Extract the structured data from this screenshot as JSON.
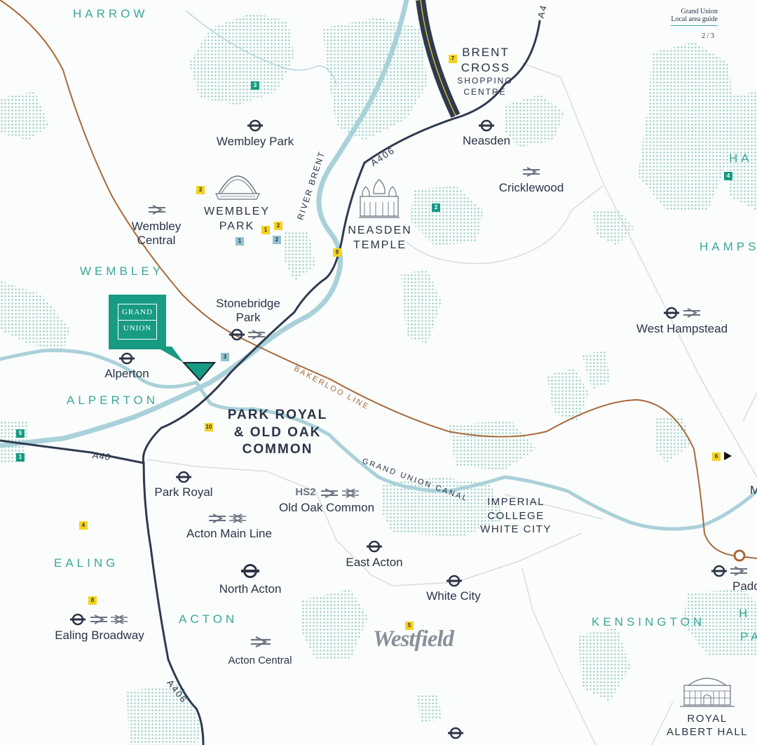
{
  "header": {
    "guide_title": "Grand Union",
    "guide_subtitle": "Local area guide",
    "page": "2 / 3"
  },
  "colors": {
    "canal": "#a9d1d9",
    "road": "#2f3a4f",
    "bakerloo": "#a8693a",
    "park_dots": "#86c8bc",
    "area_text": "#3aa79a",
    "brand": "#179b83",
    "badge_yellow": "#f5d21e",
    "badge_blue": "#8fc2ce"
  },
  "areas": [
    "HARROW",
    "WEMBLEY",
    "ALPERTON",
    "EALING",
    "ACTON",
    "KENSINGTON",
    "HAMPS",
    "HA",
    "H",
    "PA"
  ],
  "landmark": {
    "brent_cross": [
      "BRENT",
      "CROSS"
    ],
    "shopping_centre": [
      "SHOPPING",
      "CENTRE"
    ],
    "wembley_park": [
      "WEMBLEY",
      "PARK"
    ],
    "neasden_temple": [
      "NEASDEN",
      "TEMPLE"
    ],
    "imperial": [
      "IMPERIAL",
      "COLLEGE",
      "WHITE CITY"
    ],
    "royal_albert": [
      "ROYAL",
      "ALBERT HALL"
    ]
  },
  "hero": [
    "PARK ROYAL",
    "& OLD OAK",
    "COMMON"
  ],
  "brand_marker": [
    "GRAND",
    "UNION"
  ],
  "stations": {
    "wembley_park": "Wembley Park",
    "wembley_central": [
      "Wembley",
      "Central"
    ],
    "stonebridge_park": [
      "Stonebridge",
      "Park"
    ],
    "alperton": "Alperton",
    "neasden": "Neasden",
    "cricklewood": "Cricklewood",
    "west_hampstead": "West Hampstead",
    "park_royal": "Park Royal",
    "hs2_prefix": "HS2",
    "old_oak_common": "Old Oak Common",
    "acton_main_line": "Acton Main Line",
    "east_acton": "East Acton",
    "north_acton": "North Acton",
    "white_city": "White City",
    "ealing_broadway": "Ealing Broadway",
    "acton_central": "Acton Central",
    "paddington": "Paddingt",
    "m_cut": "M"
  },
  "routes": {
    "river_brent": "RIVER BRENT",
    "a406_north": "A406",
    "a406_south": "A406",
    "a40": "A40",
    "a4_cut": "A4",
    "bakerloo": "BAKERLOO LINE",
    "grand_union_canal": "GRAND UNION CANAL"
  },
  "brand_logo": "Westfield",
  "badges": [
    {
      "id": "b7",
      "label": "7",
      "color": "yellow"
    },
    {
      "id": "g3n",
      "label": "3",
      "color": "green"
    },
    {
      "id": "y3",
      "label": "3",
      "color": "yellow"
    },
    {
      "id": "y1",
      "label": "1",
      "color": "yellow"
    },
    {
      "id": "y2",
      "label": "2",
      "color": "yellow"
    },
    {
      "id": "bl1",
      "label": "1",
      "color": "blue"
    },
    {
      "id": "bl2",
      "label": "2",
      "color": "blue"
    },
    {
      "id": "g2",
      "label": "2",
      "color": "green"
    },
    {
      "id": "y9",
      "label": "9",
      "color": "yellow"
    },
    {
      "id": "g4",
      "label": "4",
      "color": "green"
    },
    {
      "id": "bl3",
      "label": "3",
      "color": "blue"
    },
    {
      "id": "g5",
      "label": "5",
      "color": "green"
    },
    {
      "id": "g1",
      "label": "1",
      "color": "green"
    },
    {
      "id": "y10",
      "label": "10",
      "color": "yellow"
    },
    {
      "id": "y6",
      "label": "6",
      "color": "yellow"
    },
    {
      "id": "y4",
      "label": "4",
      "color": "yellow"
    },
    {
      "id": "y8",
      "label": "8",
      "color": "yellow"
    },
    {
      "id": "y5",
      "label": "5",
      "color": "yellow"
    }
  ]
}
